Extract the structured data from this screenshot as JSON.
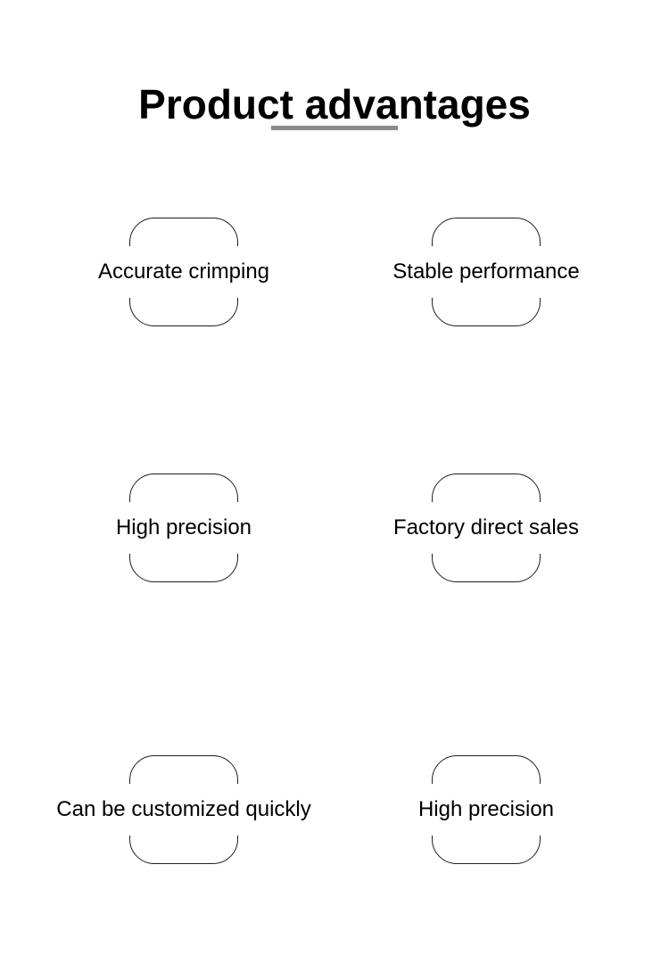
{
  "header": {
    "title": "Product advantages"
  },
  "features": [
    {
      "label": "Accurate crimping"
    },
    {
      "label": "Stable performance"
    },
    {
      "label": "High precision"
    },
    {
      "label": "Factory direct sales"
    },
    {
      "label": "Can be customized quickly"
    },
    {
      "label": "High precision"
    }
  ],
  "colors": {
    "background": "#ffffff",
    "text": "#000000",
    "divider": "#8a8a8a",
    "box_border": "#1f1f1f"
  }
}
